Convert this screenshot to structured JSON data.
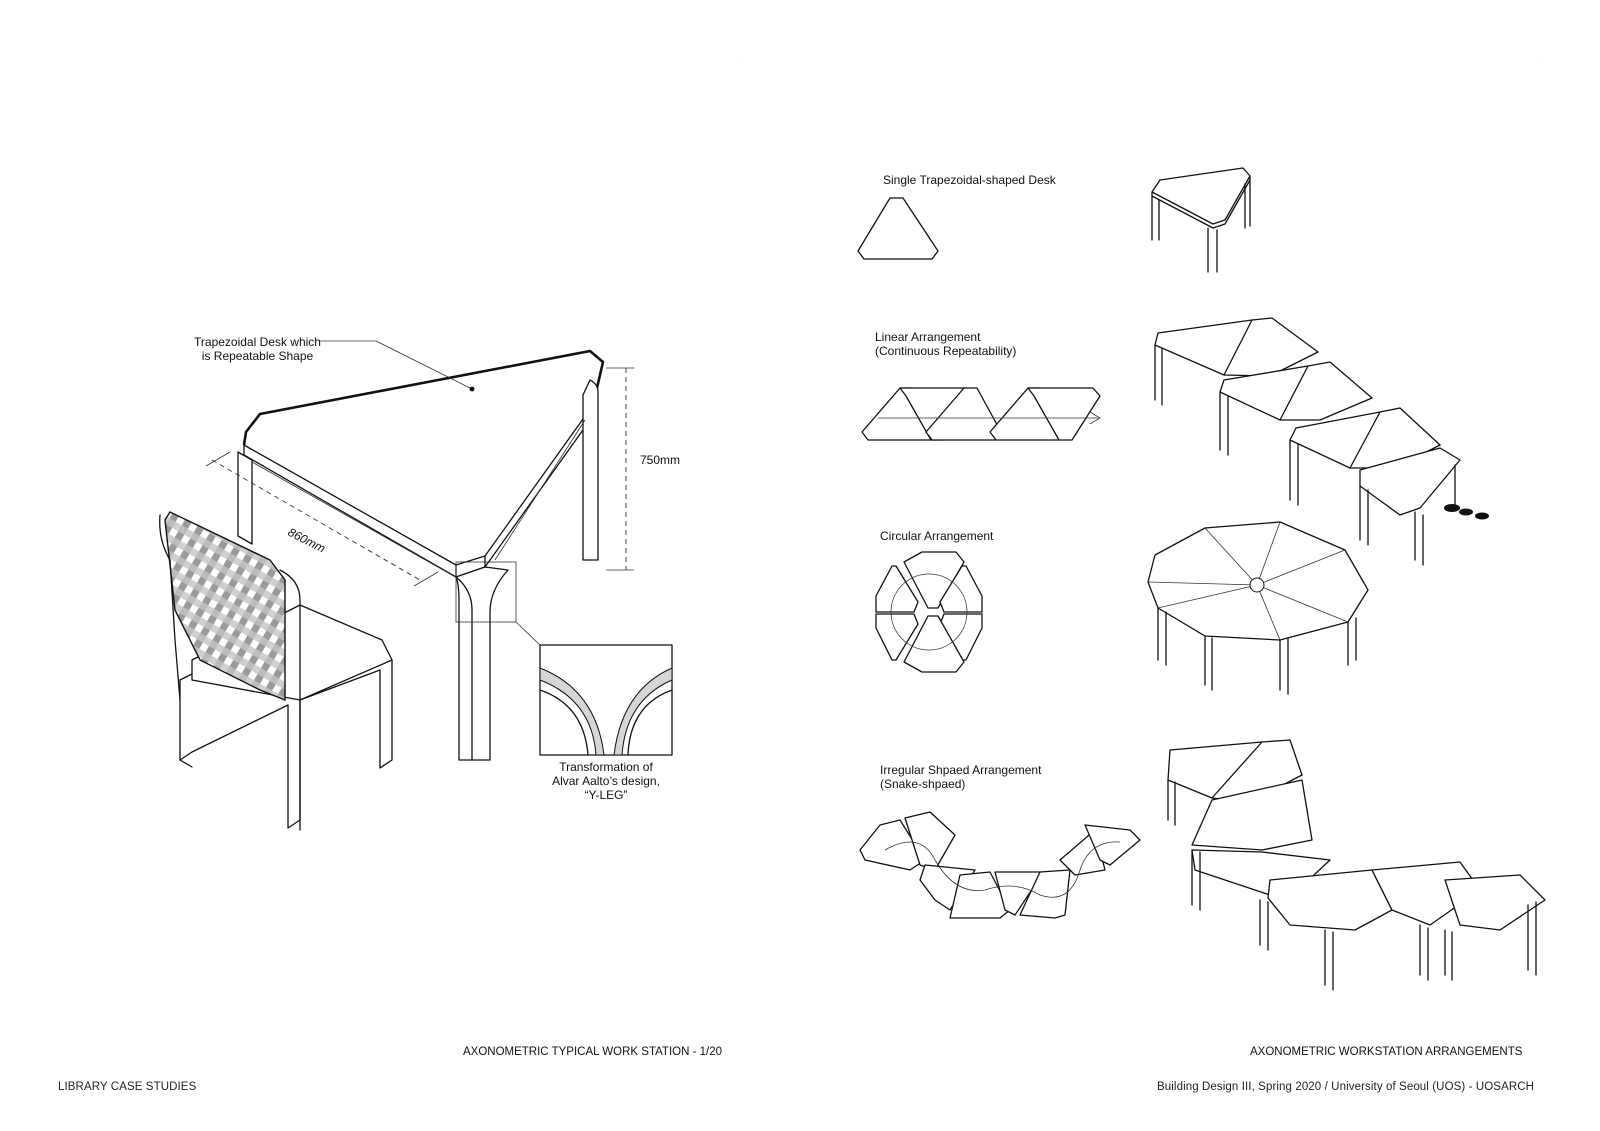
{
  "left_panel": {
    "desk_label_line1": "Trapezoidal Desk which",
    "desk_label_line2": "is Repeatable Shape",
    "height_dim": "750mm",
    "length_dim": "860mm",
    "yleg_line1": "Transformation of",
    "yleg_line2": "Alvar Aalto’s design,",
    "yleg_line3": "“Y-LEG”",
    "caption": "AXONOMETRIC TYPICAL WORK STATION - 1/20"
  },
  "right_panel": {
    "single_label": "Single Trapezoidal-shaped Desk",
    "linear_label_line1": "Linear Arrangement",
    "linear_label_line2": "(Continuous Repeatability)",
    "circular_label": "Circular Arrangement",
    "irregular_label_line1": "Irregular Shpaed Arrangement",
    "irregular_label_line2": "(Snake-shpaed)",
    "caption": "AXONOMETRIC WORKSTATION ARRANGEMENTS"
  },
  "footer": {
    "left": "LIBRARY CASE STUDIES",
    "right": "Building Design III, Spring 2020 / University of Seoul (UOS) - UOSARCH"
  },
  "icons": {
    "desk": "trapezoid-desk-icon",
    "chair": "chair-icon",
    "arrow": "arrow-icon"
  }
}
